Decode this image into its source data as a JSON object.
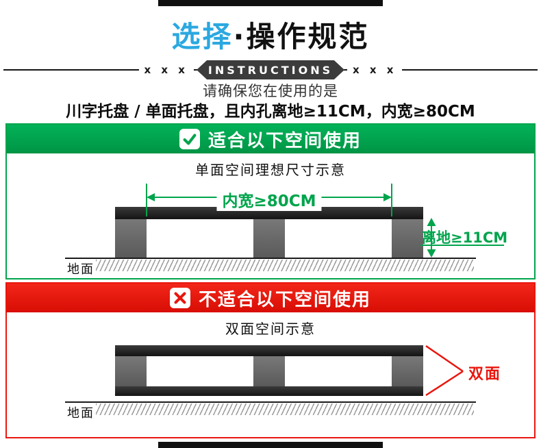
{
  "title": {
    "highlight": "选择",
    "rest": "·操作规范"
  },
  "ribbon": {
    "label": "INSTRUCTIONS",
    "left_marks": "x x x",
    "right_marks": "x x x"
  },
  "intro": {
    "line1": "请确保您在使用的是",
    "line2": "川字托盘 / 单面托盘，且内孔离地≥11CM，内宽≥80CM"
  },
  "suitable": {
    "header": "适合以下空间使用",
    "subtitle": "单面空间理想尺寸示意",
    "width_label": "内宽≥80CM",
    "height_label": "离地≥11CM",
    "ground": "地面"
  },
  "unsuitable": {
    "header": "不适合以下空间使用",
    "subtitle": "双面空间示意",
    "side_label": "双面",
    "ground": "地面"
  },
  "colors": {
    "accent_blue": "#2ba8e0",
    "green": "#00a44c",
    "red": "#e9150d"
  }
}
